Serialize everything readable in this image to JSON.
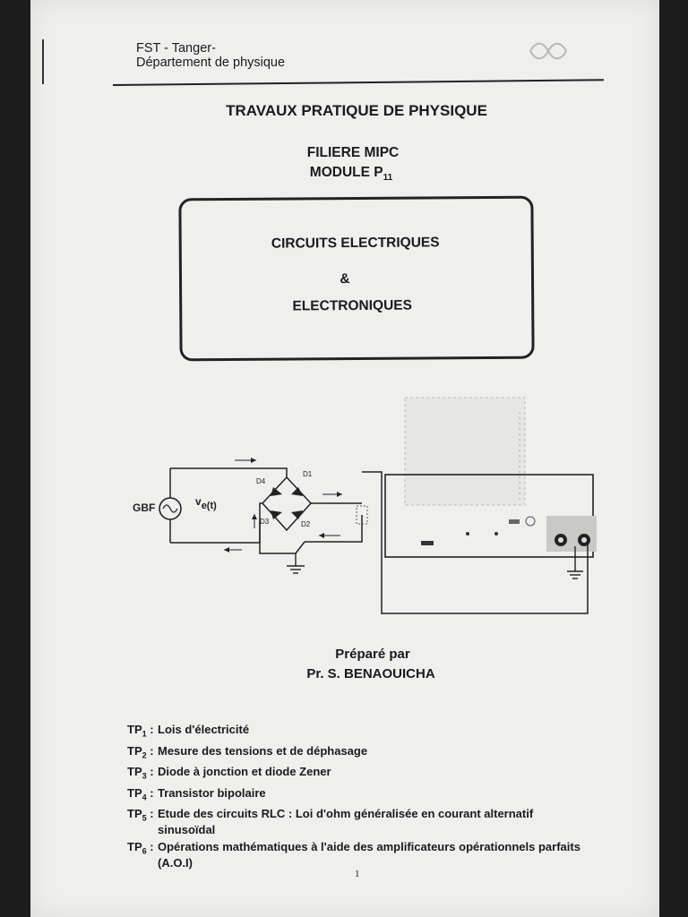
{
  "header": {
    "institution": "FST - Tanger-",
    "department": "Département de physique"
  },
  "title": "TRAVAUX PRATIQUE DE PHYSIQUE",
  "filiere": "FILIERE MIPC",
  "module": {
    "prefix": "MODULE P",
    "sub": "11"
  },
  "box": {
    "line1": "CIRCUITS ELECTRIQUES",
    "line2": "&",
    "line3": "ELECTRONIQUES"
  },
  "circuit": {
    "source_label": "GBF",
    "voltage_label": "v",
    "voltage_sub": "e(t)",
    "diodes": [
      "D1",
      "D2",
      "D3",
      "D4"
    ]
  },
  "prepared": {
    "line1": "Préparé par",
    "line2": "Pr. S. BENAOUICHA"
  },
  "tp_list": [
    {
      "label": "TP",
      "sub": "1",
      "text": "Lois d'électricité"
    },
    {
      "label": "TP",
      "sub": "2",
      "text": "Mesure des tensions et de déphasage"
    },
    {
      "label": "TP",
      "sub": "3",
      "text": "Diode à jonction et diode Zener"
    },
    {
      "label": "TP",
      "sub": "4",
      "text": "Transistor bipolaire"
    },
    {
      "label": "TP",
      "sub": "5",
      "text": "Etude des circuits RLC : Loi d'ohm généralisée en courant alternatif sinusoïdal"
    },
    {
      "label": "TP",
      "sub": "6",
      "text": "Opérations mathématiques à l'aide des amplificateurs opérationnels parfaits (A.O.I)"
    }
  ],
  "page_number": "1"
}
